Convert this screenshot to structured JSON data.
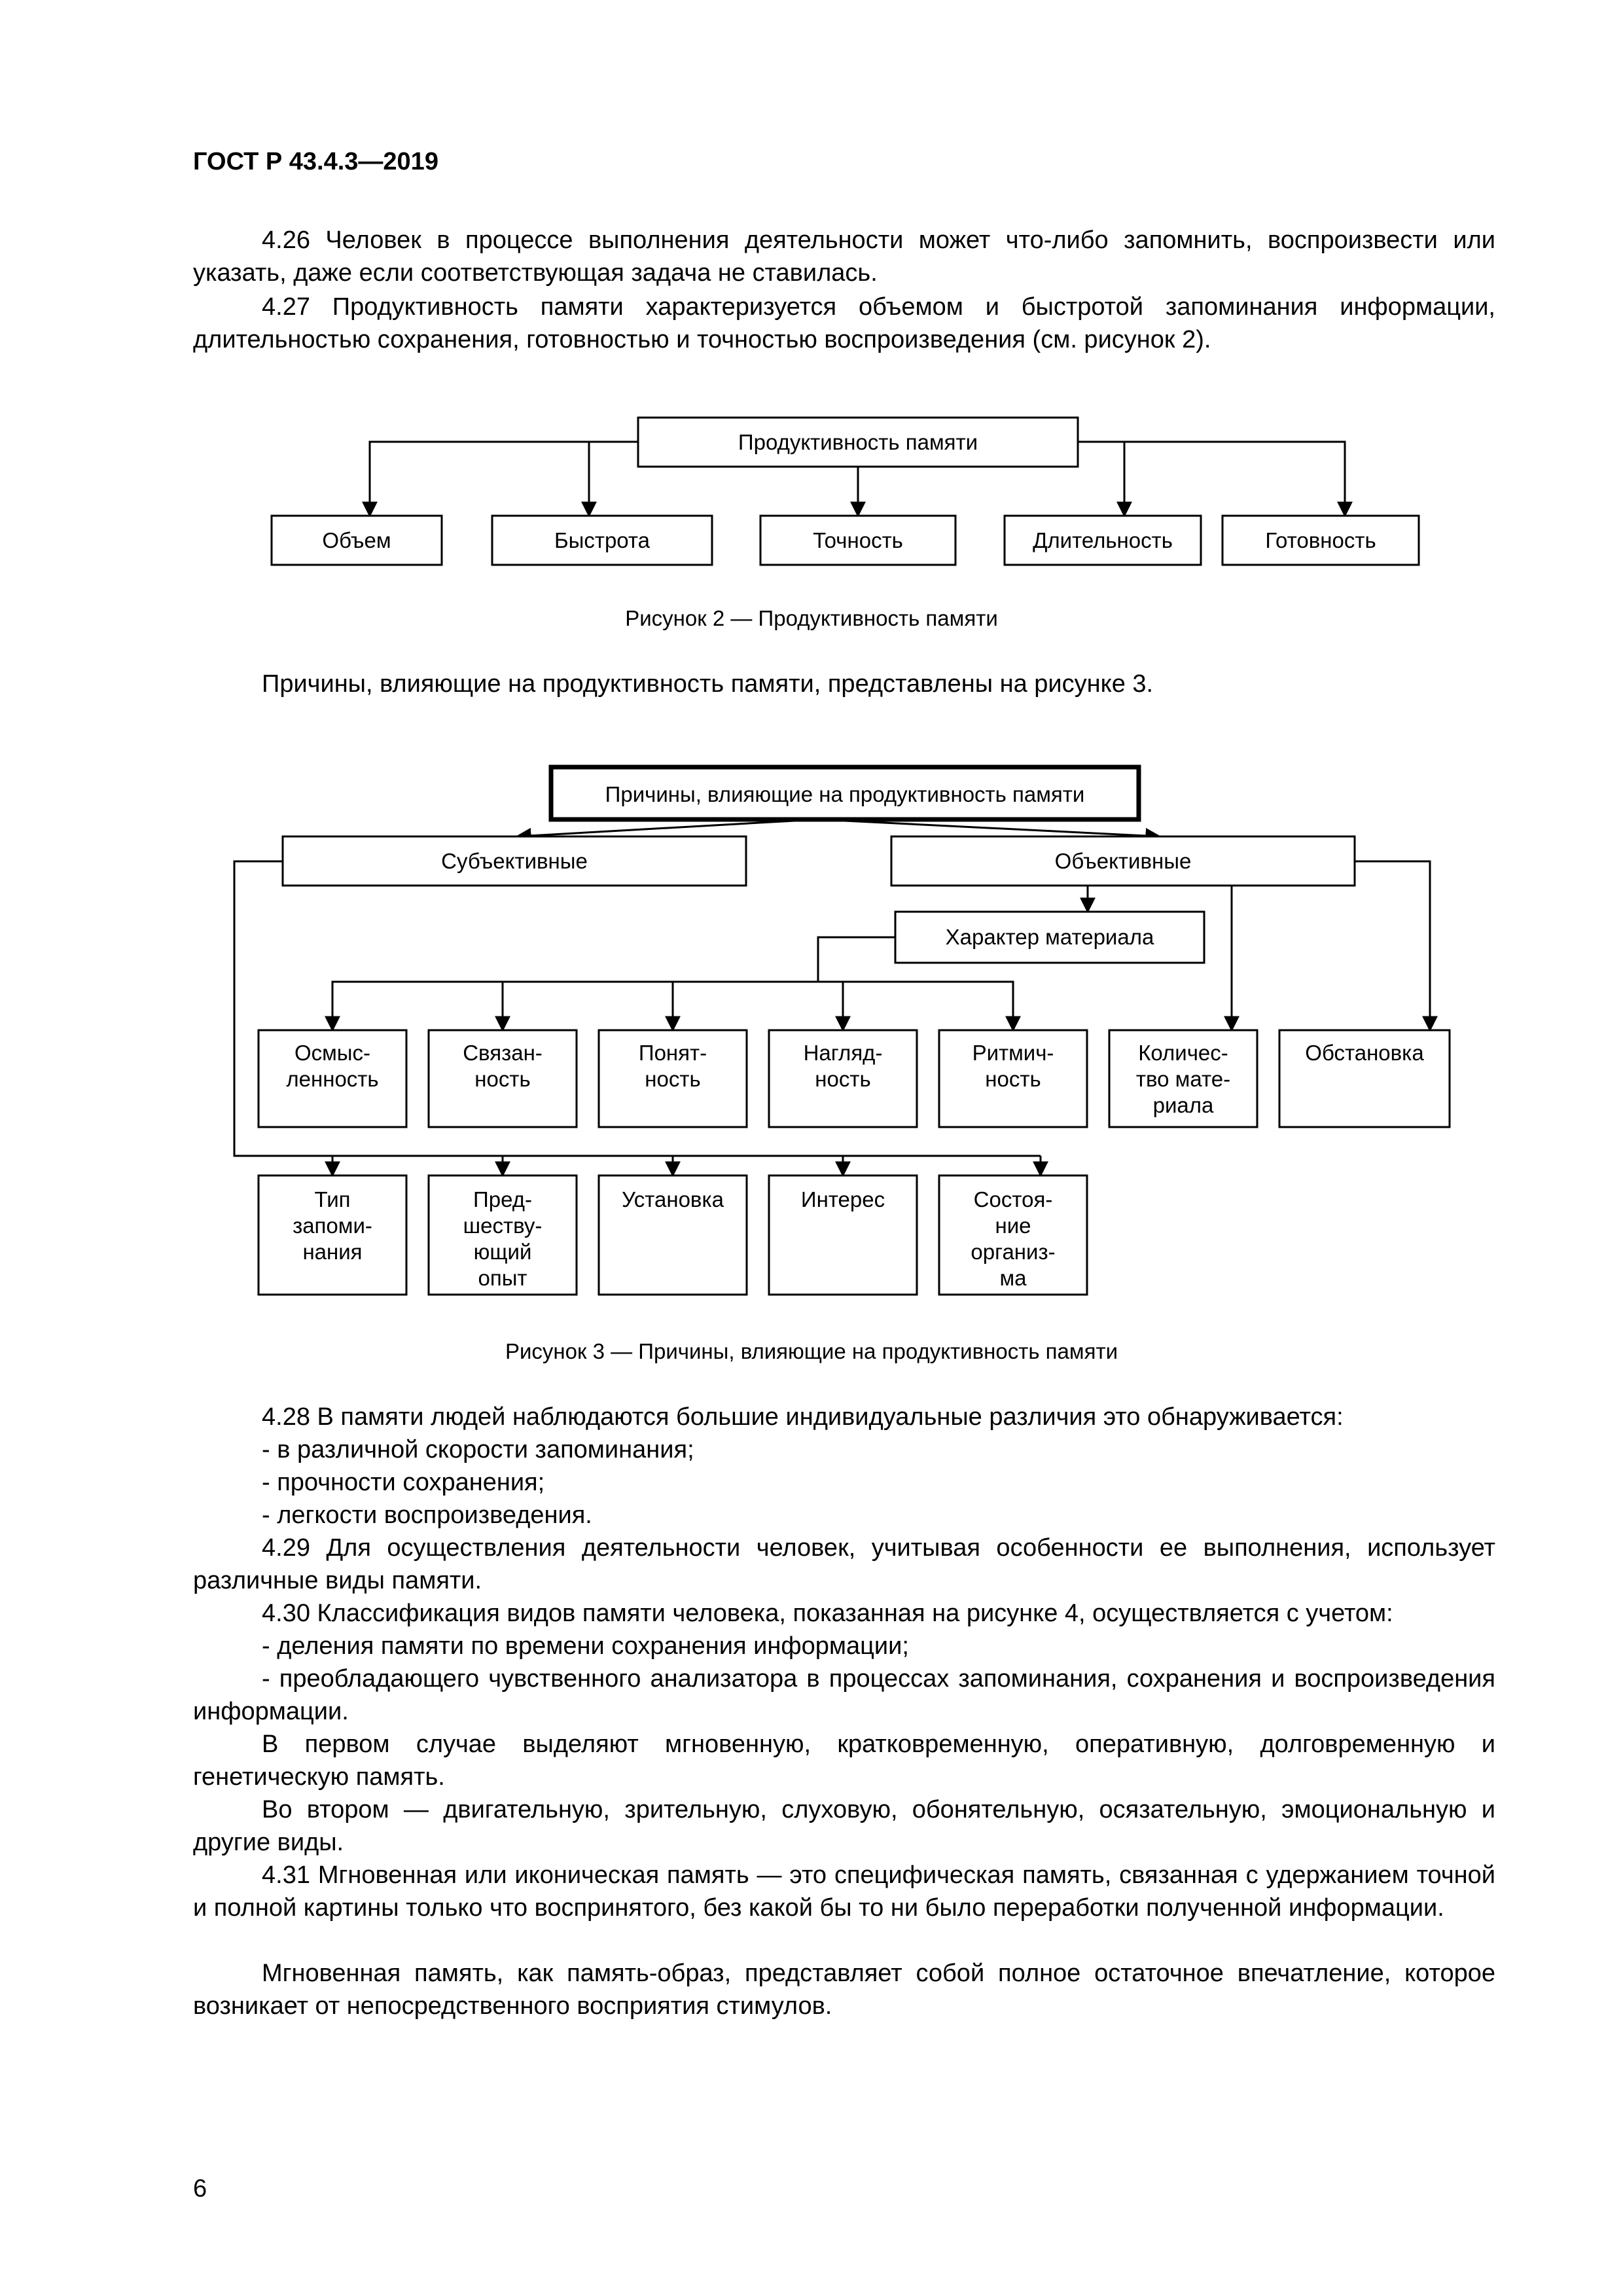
{
  "header": "ГОСТ Р 43.4.3—2019",
  "paragraphs_top": [
    "4.26 Человек в процессе выполнения деятельности может что-либо запомнить, воспроизвести или указать, даже если соответствующая задача не ставилась.",
    "4.27 Продуктивность памяти характеризуется объемом и быстротой запоминания информации, длительностью сохранения, готовностью и точностью воспроизведения (см. рисунок 2)."
  ],
  "figure2": {
    "root": "Продуктивность памяти",
    "children": [
      "Объем",
      "Быстрота",
      "Точность",
      "Длительность",
      "Готовность"
    ],
    "caption": "Рисунок 2 — Продуктивность памяти"
  },
  "intro_figure3": "Причины, влияющие на продуктивность памяти, представлены на рисунке 3.",
  "figure3": {
    "root": "Причины, влияющие на продуктивность памяти",
    "subjective": "Субъективные",
    "objective": "Объективные",
    "material": "Характер материала",
    "row1": [
      [
        "Осмыс-",
        "ленность"
      ],
      [
        "Связан-",
        "ность"
      ],
      [
        "Понят-",
        "ность"
      ],
      [
        "Нагляд-",
        "ность"
      ],
      [
        "Ритмич-",
        "ность"
      ],
      [
        "Количес-",
        "тво мате-",
        "риала"
      ],
      [
        "Обстановка"
      ]
    ],
    "row2": [
      [
        "Тип",
        "запоми-",
        "нания"
      ],
      [
        "Пред-",
        "шеству-",
        "ющий",
        "опыт"
      ],
      [
        "Установка"
      ],
      [
        "Интерес"
      ],
      [
        "Состоя-",
        "ние",
        "организ-",
        "ма"
      ]
    ],
    "caption": "Рисунок 3 — Причины, влияющие на продуктивность памяти"
  },
  "paragraphs_bottom": [
    "4.28 В памяти людей наблюдаются большие индивидуальные различия это обнаруживается:",
    "- в различной скорости запоминания;",
    "- прочности сохранения;",
    "- легкости воспроизведения.",
    "4.29 Для осуществления деятельности человек, учитывая особенности ее выполнения, использует различные виды памяти.",
    "4.30 Классификация видов памяти человека, показанная на рисунке 4, осуществляется с учетом:",
    "- деления памяти по времени сохранения информации;",
    "- преобладающего чувственного анализатора в процессах запоминания, сохранения и воспроизведения информации.",
    "В первом случае выделяют мгновенную, кратковременную, оперативную, долговременную и генетическую память.",
    "Во втором — двигательную, зрительную, слуховую, обонятельную, осязательную, эмоциональную и другие виды.",
    "4.31 Мгновенная или иконическая память — это специфическая память, связанная с удержанием точной и полной картины только что воспринятого, без какой бы то ни было переработки полученной информации.",
    "Мгновенная память, как память-образ, представляет собой полное остаточное впечатление, которое возникает от непосредственного восприятия стимулов."
  ],
  "page_number": "6"
}
